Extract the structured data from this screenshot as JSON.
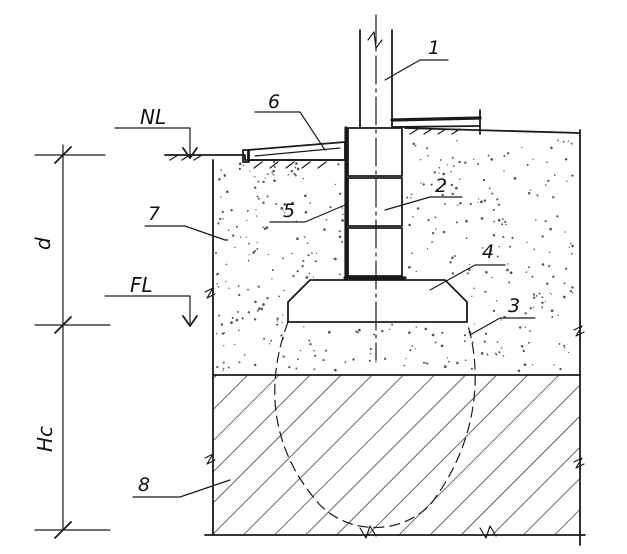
{
  "labels": {
    "nl": "NL",
    "fl": "FL",
    "d": "d",
    "hc": "Hc",
    "n1": "1",
    "n2": "2",
    "n3": "3",
    "n4": "4",
    "n5": "5",
    "n6": "6",
    "n7": "7",
    "n8": "8"
  },
  "colors": {
    "ink": "#1a1a1a",
    "paper": "#ffffff",
    "backfill_dots": "#555555"
  }
}
